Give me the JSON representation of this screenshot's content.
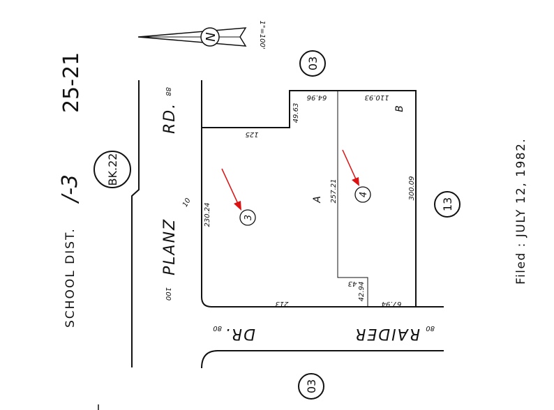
{
  "header": {
    "school_district": "SCHOOL DIST.",
    "district_number": "/-3",
    "code": "25-21",
    "book": "BK.22"
  },
  "scale": "1\"=100'",
  "north_arrow": "N",
  "filed": "Filed : JULY 12, 1982.",
  "streets": {
    "planz_name": "PLANZ",
    "planz_suffix": "RD.",
    "planz_width_top": "88",
    "planz_width_bottom": "100",
    "raider_name": "RAIDER",
    "raider_suffix": "DR.",
    "raider_width_left": "80",
    "raider_width_right": "80"
  },
  "blocks": {
    "top_right": "03",
    "bottom_left": "03",
    "right": "13"
  },
  "parcels": {
    "p3": "3",
    "p4": "4",
    "a": "A",
    "b": "B"
  },
  "dimensions": {
    "d125": "125",
    "d4963": "49.63",
    "d6496": "64.96",
    "d11093": "110.93",
    "d23024": "230.24",
    "d25721": "257.21",
    "d30009": "300.09",
    "d213": "213",
    "d43": "43",
    "d4294": "42.94",
    "d6794": "67.94",
    "d10": "10"
  },
  "colors": {
    "ink": "#111111",
    "arrow": "#dd1111"
  }
}
